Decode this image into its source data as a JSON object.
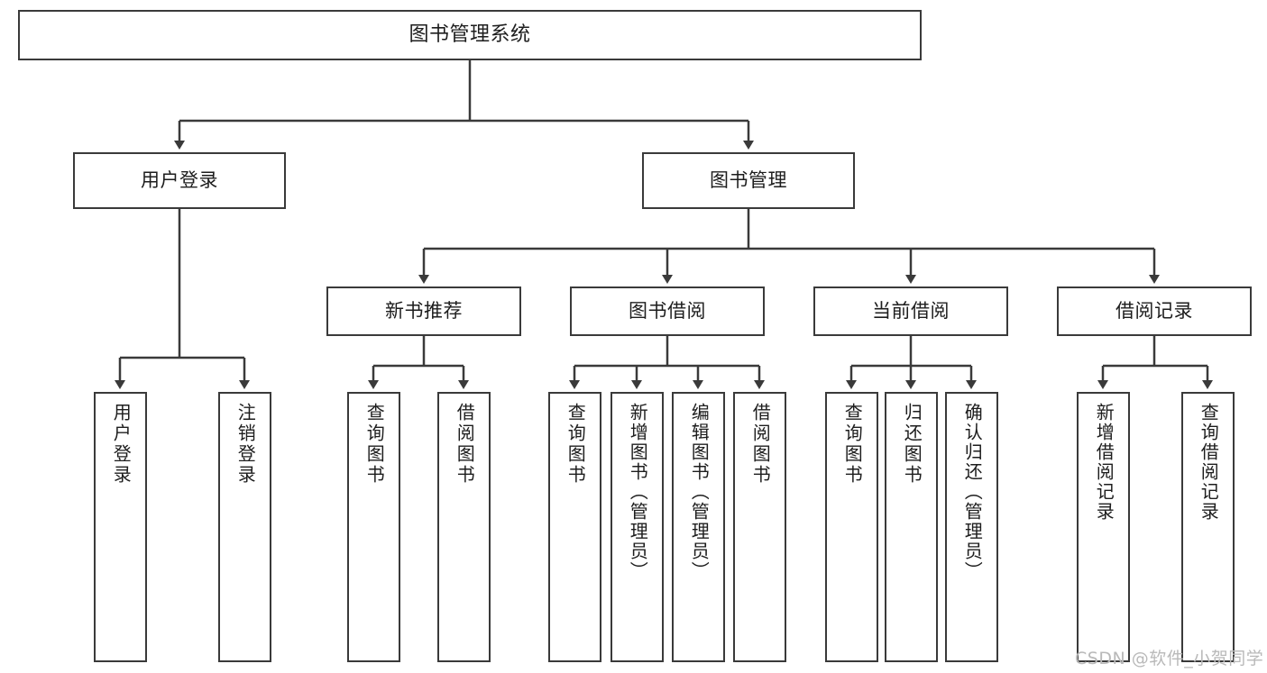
{
  "diagram": {
    "title": "图书管理系统",
    "type": "tree",
    "watermark": "CSDN @软件_小贺同学",
    "colors": {
      "stroke": "#3a3a3a",
      "fill": "#ffffff",
      "text": "#1d1d1d",
      "watermark": "#b9b9b9"
    },
    "nodes": {
      "root": {
        "label": "图书管理系统"
      },
      "level2": [
        {
          "label": "用户登录"
        },
        {
          "label": "图书管理"
        }
      ],
      "level3": [
        {
          "label": "新书推荐"
        },
        {
          "label": "图书借阅"
        },
        {
          "label": "当前借阅"
        },
        {
          "label": "借阅记录"
        }
      ],
      "leaves_user_login": [
        {
          "label": "用户登录"
        },
        {
          "label": "注销登录"
        }
      ],
      "leaves_new_book": [
        {
          "label": "查询图书"
        },
        {
          "label": "借阅图书"
        }
      ],
      "leaves_borrow": [
        {
          "label": "查询图书"
        },
        {
          "label": "新增图书（管理员）"
        },
        {
          "label": "编辑图书（管理员）"
        },
        {
          "label": "借阅图书"
        }
      ],
      "leaves_current": [
        {
          "label": "查询图书"
        },
        {
          "label": "归还图书"
        },
        {
          "label": "确认归还（管理员）"
        }
      ],
      "leaves_record": [
        {
          "label": "新增借阅记录"
        },
        {
          "label": "查询借阅记录"
        }
      ]
    }
  }
}
